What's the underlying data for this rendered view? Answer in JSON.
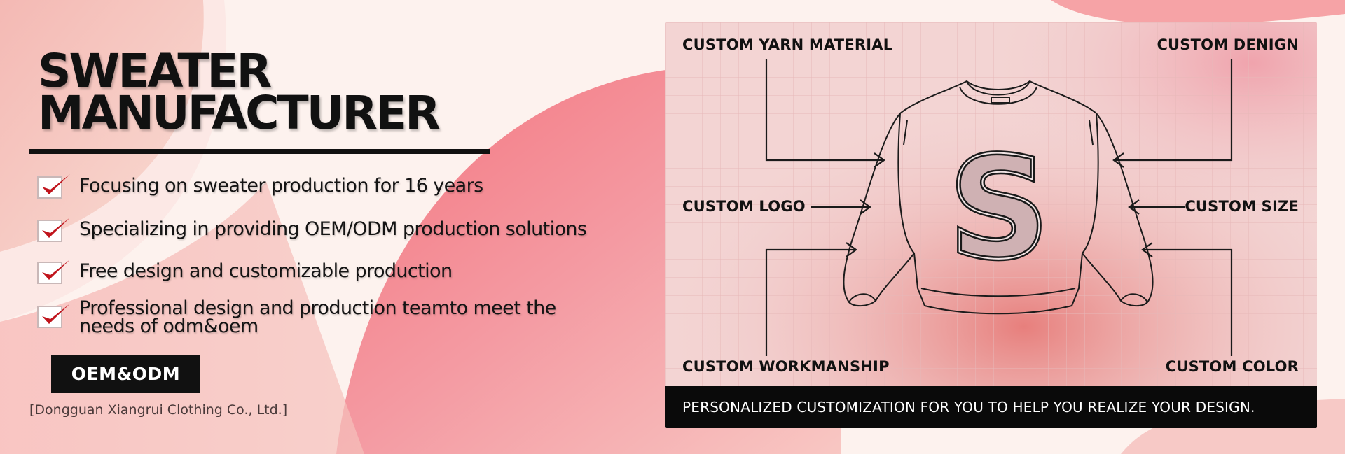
{
  "hero": {
    "title_line1": "SWEATER",
    "title_line2": "MANUFACTURER",
    "features": [
      "Focusing on sweater production for 16 years",
      "Specializing in providing OEM/ODM production solutions",
      "Free design and customizable production",
      "Professional design and production teamto meet the",
      "needs of odm&oem"
    ],
    "badge": "OEM&ODM",
    "company": "[Dongguan Xiangrui Clothing Co., Ltd.]"
  },
  "panel": {
    "labels": {
      "yarn": "CUSTOM YARN MATERIAL",
      "denign": "CUSTOM DENIGN",
      "logo": "CUSTOM LOGO",
      "size": "CUSTOM SIZE",
      "workmanship": "CUSTOM WORKMANSHIP",
      "color": "CUSTOM COLOR"
    },
    "logo_letter": "S",
    "tagline": "PERSONALIZED CUSTOMIZATION FOR YOU TO HELP YOU REALIZE YOUR DESIGN."
  },
  "icons": {
    "checkbox": "checkbox-checked-icon",
    "sweater": "sweater-icon",
    "arrow": "arrow-icon"
  },
  "colors": {
    "accent_red": "#c0141c",
    "pink": "#f06072",
    "dark": "#111111"
  }
}
